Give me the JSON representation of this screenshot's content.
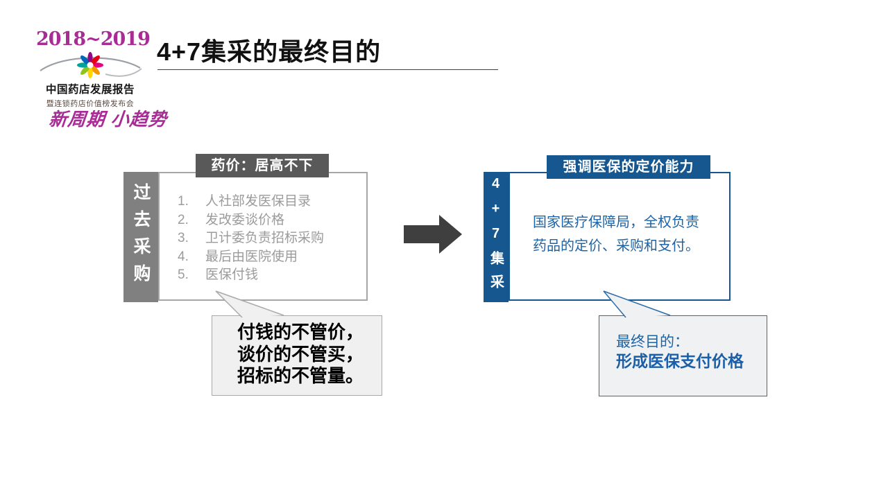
{
  "slide": {
    "logo": {
      "years": "2018~2019",
      "report_title": "中国药店发展报告",
      "report_subtitle": "暨连锁药店价值榜发布会",
      "slogan": "新周期 小趋势"
    },
    "title": "4+7集采的最终目的",
    "past": {
      "badge": "药价：居高不下",
      "side_label": "过去采购",
      "items": [
        {
          "num": "1.",
          "text": "人社部发医保目录"
        },
        {
          "num": "2.",
          "text": "发改委谈价格"
        },
        {
          "num": "3.",
          "text": "卫计委负责招标采购"
        },
        {
          "num": "4.",
          "text": "最后由医院使用"
        },
        {
          "num": "5.",
          "text": "医保付钱"
        }
      ]
    },
    "future": {
      "badge": "强调医保的定价能力",
      "side_label": "4+7集采",
      "body_line1": "国家医疗保障局，全权负责",
      "body_line2": "药品的定价、采购和支付。"
    },
    "callout_past": {
      "line1": "付钱的不管价，",
      "line2": "谈价的不管买，",
      "line3": "招标的不管量。"
    },
    "callout_future": {
      "line1": "最终目的：",
      "line2": "形成医保支付价格"
    },
    "colors": {
      "blue_dark": "#16578F",
      "blue_text": "#1E64A5",
      "gray_badge": "#595959",
      "gray_bar": "#808080",
      "arrow": "#3F3F3F",
      "magenta": "#A82B96"
    }
  }
}
